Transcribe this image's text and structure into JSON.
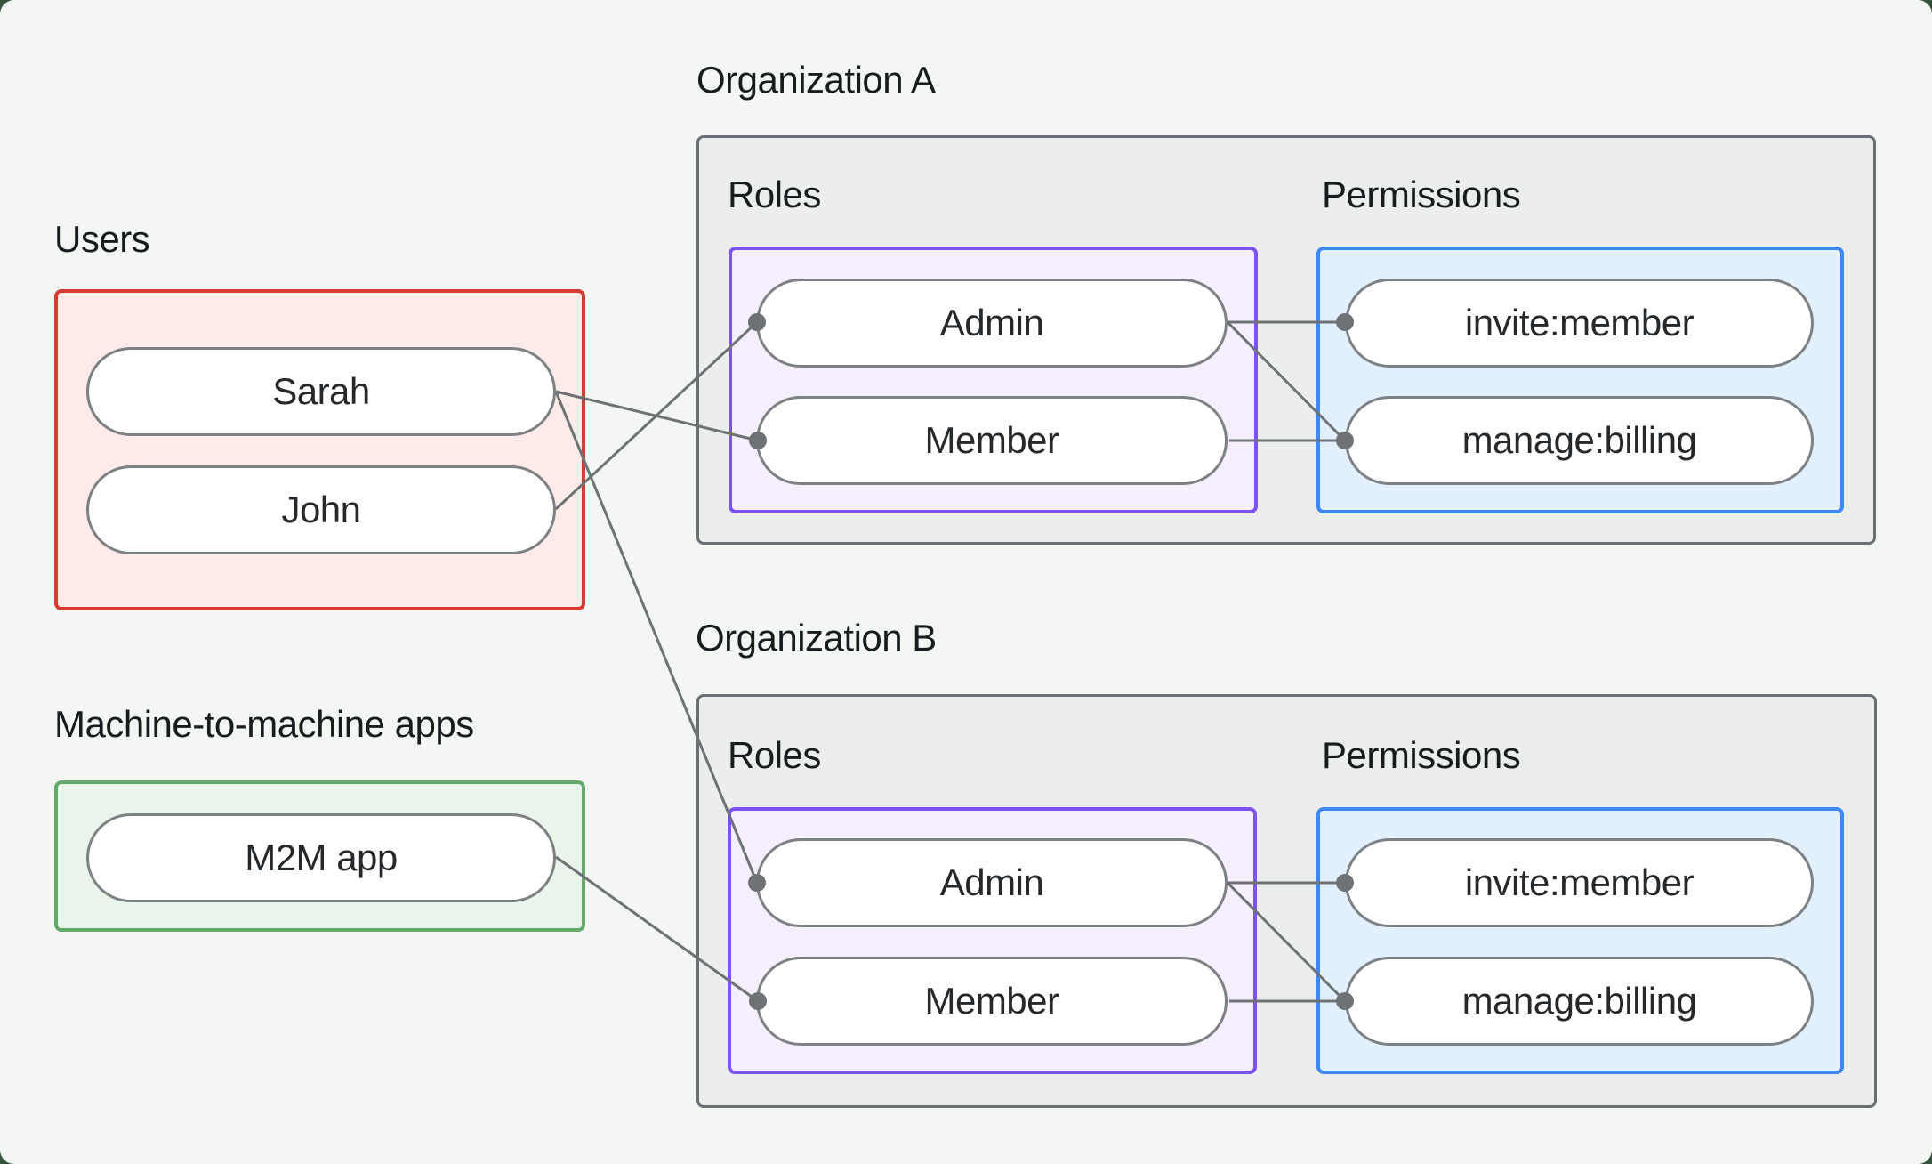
{
  "users_section": {
    "label": "Users",
    "items": [
      "Sarah",
      "John"
    ]
  },
  "m2m_section": {
    "label": "Machine-to-machine apps",
    "items": [
      "M2M app"
    ]
  },
  "organizations": [
    {
      "label": "Organization A",
      "roles_label": "Roles",
      "permissions_label": "Permissions",
      "roles": [
        "Admin",
        "Member"
      ],
      "permissions": [
        "invite:member",
        "manage:billing"
      ]
    },
    {
      "label": "Organization B",
      "roles_label": "Roles",
      "permissions_label": "Permissions",
      "roles": [
        "Admin",
        "Member"
      ],
      "permissions": [
        "invite:member",
        "manage:billing"
      ]
    }
  ],
  "connections": [
    {
      "from": "sarah",
      "to": "orgA_member"
    },
    {
      "from": "john",
      "to": "orgA_admin"
    },
    {
      "from": "sarah",
      "to": "orgB_admin"
    },
    {
      "from": "m2m_app",
      "to": "orgB_member"
    },
    {
      "from": "orgA_admin",
      "to": "orgA_invite"
    },
    {
      "from": "orgA_admin",
      "to": "orgA_manage"
    },
    {
      "from": "orgA_member",
      "to": "orgA_manage"
    },
    {
      "from": "orgB_admin",
      "to": "orgB_invite"
    },
    {
      "from": "orgB_admin",
      "to": "orgB_manage"
    },
    {
      "from": "orgB_member",
      "to": "orgB_manage"
    }
  ],
  "colors": {
    "page_backdrop": "#35523c",
    "canvas_background": "#f4f6f4",
    "users_border": "#d93a31",
    "users_fill": "#fcebe8",
    "m2m_border": "#62a96a",
    "m2m_fill": "#e9f4ea",
    "org_border": "#6b6f73",
    "org_fill": "#eceeed",
    "roles_border": "#7c52f5",
    "roles_fill": "#f4eefd",
    "permissions_border": "#3f87f6",
    "permissions_fill": "#e2f0fd",
    "connector": "#6e7275",
    "pill_border": "#7d8184"
  }
}
